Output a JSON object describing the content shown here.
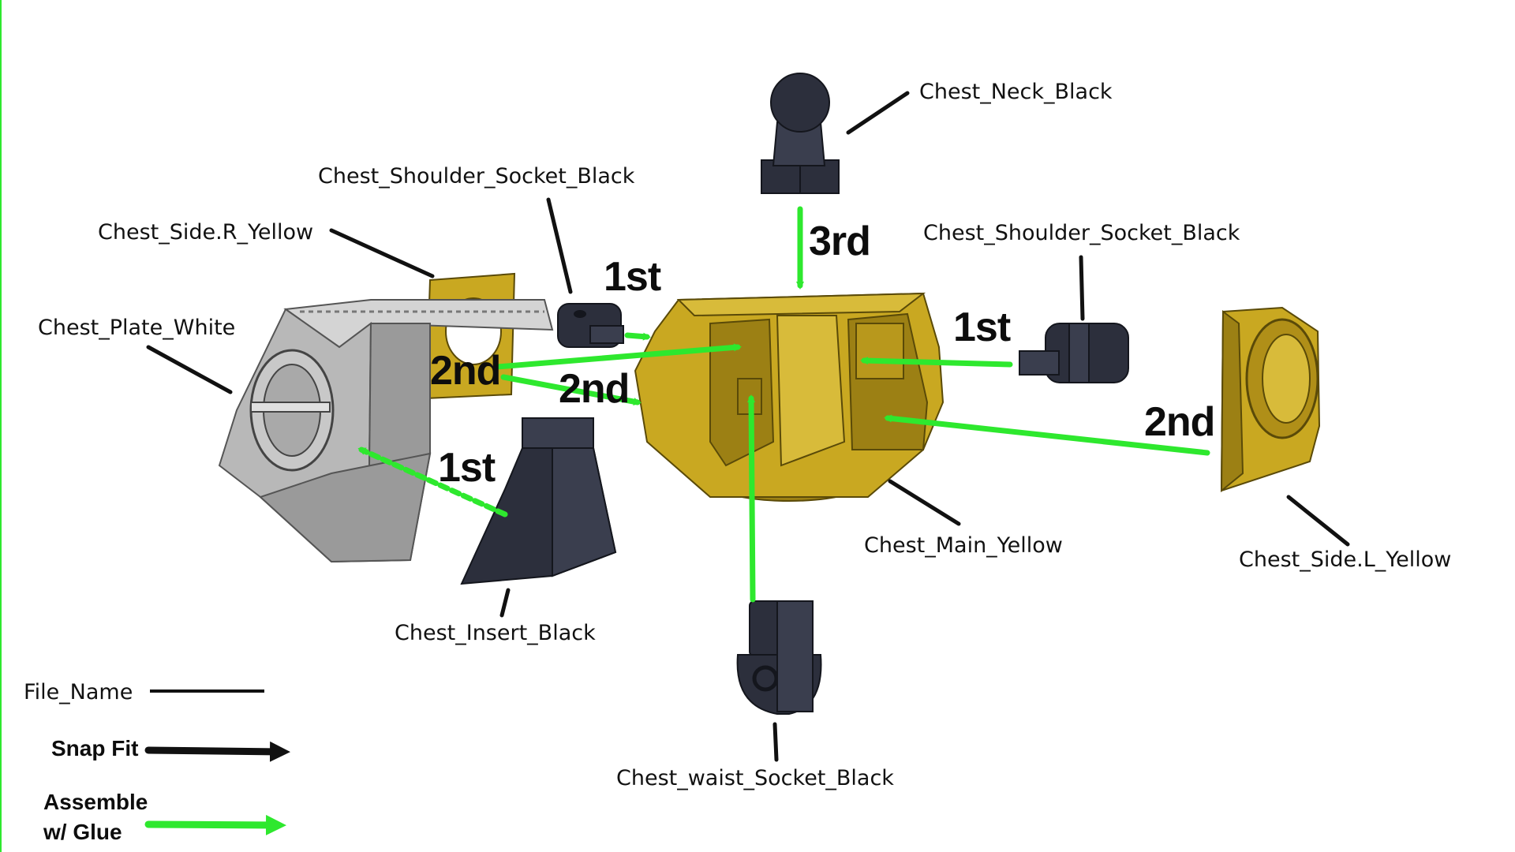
{
  "labels": {
    "chest_neck": "Chest_Neck_Black",
    "shoulder_socket_left": "Chest_Shoulder_Socket_Black",
    "shoulder_socket_right": "Chest_Shoulder_Socket_Black",
    "side_r": "Chest_Side.R_Yellow",
    "plate": "Chest_Plate_White",
    "main": "Chest_Main_Yellow",
    "side_l": "Chest_Side.L_Yellow",
    "insert": "Chest_Insert_Black",
    "waist_socket": "Chest_waist_Socket_Black"
  },
  "steps": {
    "first_shoulder_left": "1st",
    "first_shoulder_right": "1st",
    "first_insert": "1st",
    "second_side_r_a": "2nd",
    "second_side_r_b": "2nd",
    "second_side_l": "2nd",
    "third_neck": "3rd"
  },
  "legend": {
    "file_name": "File_Name",
    "snap_fit": "Snap Fit",
    "glue_line1": "Assemble",
    "glue_line2": "w/ Glue"
  },
  "colors": {
    "glue_arrow": "#2ee82e",
    "snap_arrow": "#111111",
    "yellow_part": "#c9a821",
    "black_part": "#2c2f3c",
    "white_part": "#b8b8b8"
  }
}
